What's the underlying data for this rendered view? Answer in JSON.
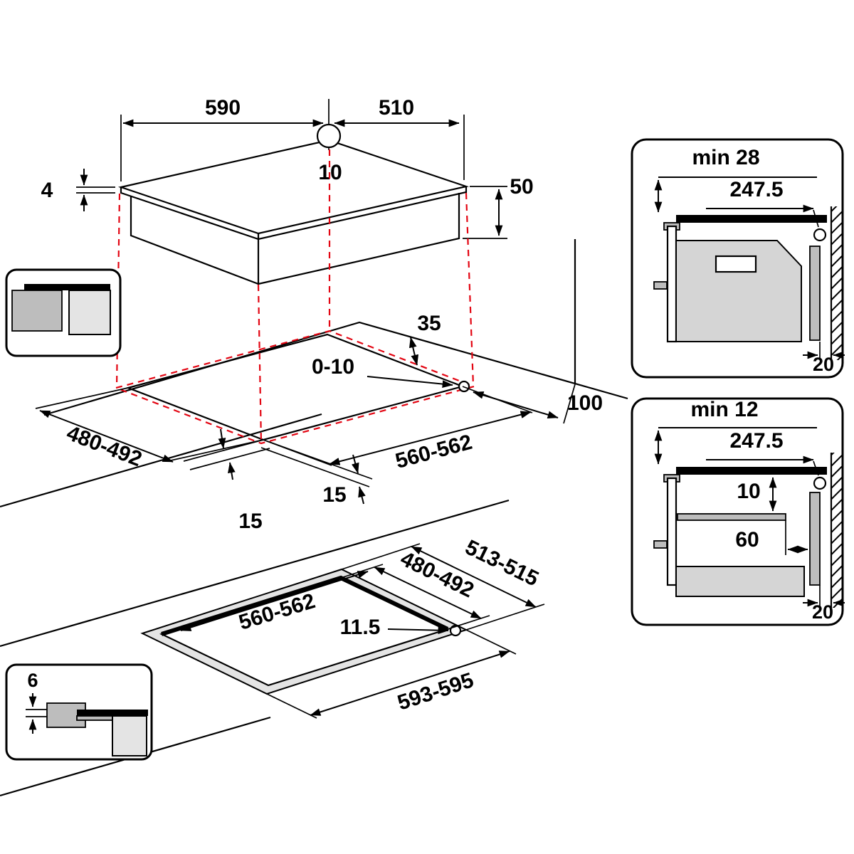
{
  "title": "Built-in hob installation dimensions diagram",
  "labels": {
    "hob": {
      "width": "590",
      "depth": "510",
      "hole_dia": "10",
      "glass_thickness": "4",
      "body_height": "50"
    },
    "worktop": {
      "rear_gap": "35",
      "corner_radius": "0-10",
      "right_clearance": "100",
      "cutout_depth": "480-492",
      "cutout_width": "560-562",
      "side_gap_a": "15",
      "side_gap_b": "15"
    },
    "flush": {
      "outer_depth": "513-515",
      "inner_depth": "480-492",
      "inner_width": "560-562",
      "corner_radius": "11.5",
      "outer_width": "593-595"
    },
    "flush_section": {
      "rebate_depth": "6"
    },
    "clearance_oven": {
      "min_gap": "min 28",
      "centre_distance": "247.5",
      "wall_gap": "20"
    },
    "clearance_shelf": {
      "min_gap": "min 12",
      "centre_distance": "247.5",
      "shelf_gap": "10",
      "shelf_setback": "60",
      "wall_gap": "20"
    }
  },
  "colors": {
    "line_black": "#000000",
    "projection_red": "#e30613",
    "gray_dark": "#bdbdbd",
    "gray_mid": "#d5d5d5",
    "gray_light": "#e4e4e4"
  }
}
